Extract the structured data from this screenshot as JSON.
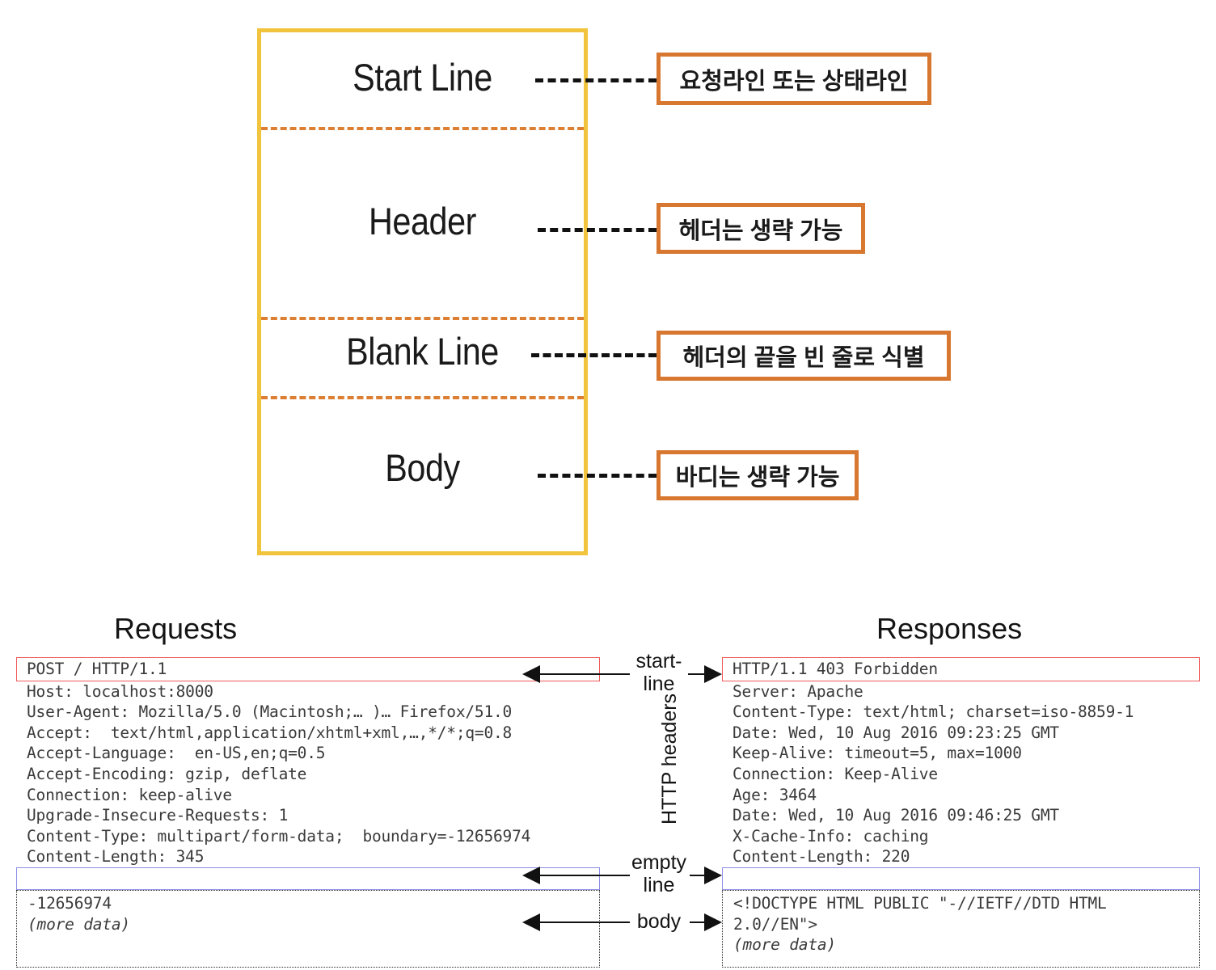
{
  "diagram": {
    "sections": [
      {
        "label": "Start Line",
        "callout": "요청라인 또는 상태라인"
      },
      {
        "label": "Header",
        "callout": "헤더는 생략 가능"
      },
      {
        "label": "Blank Line",
        "callout": "헤더의 끝을 빈 줄로 식별"
      },
      {
        "label": "Body",
        "callout": "바디는 생략 가능"
      }
    ],
    "colors": {
      "frame": "#f2c43d",
      "divider": "#dd7f32",
      "callout_border": "#d8772f",
      "connector": "#111111"
    }
  },
  "messages": {
    "request_title": "Requests",
    "response_title": "Responses",
    "center_labels": {
      "start_line": "start-\nline",
      "http_headers": "HTTP headers",
      "empty_line": "empty\nline",
      "body": "body"
    },
    "request": {
      "start_line": "POST / HTTP/1.1",
      "headers": [
        "Host: localhost:8000",
        "User-Agent: Mozilla/5.0 (Macintosh;… )… Firefox/51.0",
        "Accept:  text/html,application/xhtml+xml,…,*/*;q=0.8",
        "Accept-Language:  en-US,en;q=0.5",
        "Accept-Encoding: gzip, deflate",
        "Connection: keep-alive",
        "Upgrade-Insecure-Requests: 1",
        "Content-Type: multipart/form-data;  boundary=-12656974",
        "Content-Length: 345"
      ],
      "empty_line": "",
      "body_lines": [
        "-12656974"
      ],
      "body_more": "(more data)"
    },
    "response": {
      "start_line": "HTTP/1.1 403 Forbidden",
      "headers": [
        "Server: Apache",
        "Content-Type: text/html; charset=iso-8859-1",
        "Date: Wed, 10 Aug 2016 09:23:25 GMT",
        "Keep-Alive: timeout=5, max=1000",
        "Connection: Keep-Alive",
        "Age: 3464",
        "Date: Wed, 10 Aug 2016 09:46:25 GMT",
        "X-Cache-Info: caching",
        "Content-Length: 220"
      ],
      "empty_line": "",
      "body_lines": [
        "<!DOCTYPE HTML PUBLIC \"-//IETF//DTD HTML",
        "2.0//EN\">"
      ],
      "body_more": "(more data)"
    },
    "colors": {
      "start_line_box": "#f05a5a",
      "empty_line_box": "#8e8ee8",
      "body_box": "#2b2b2b"
    }
  }
}
